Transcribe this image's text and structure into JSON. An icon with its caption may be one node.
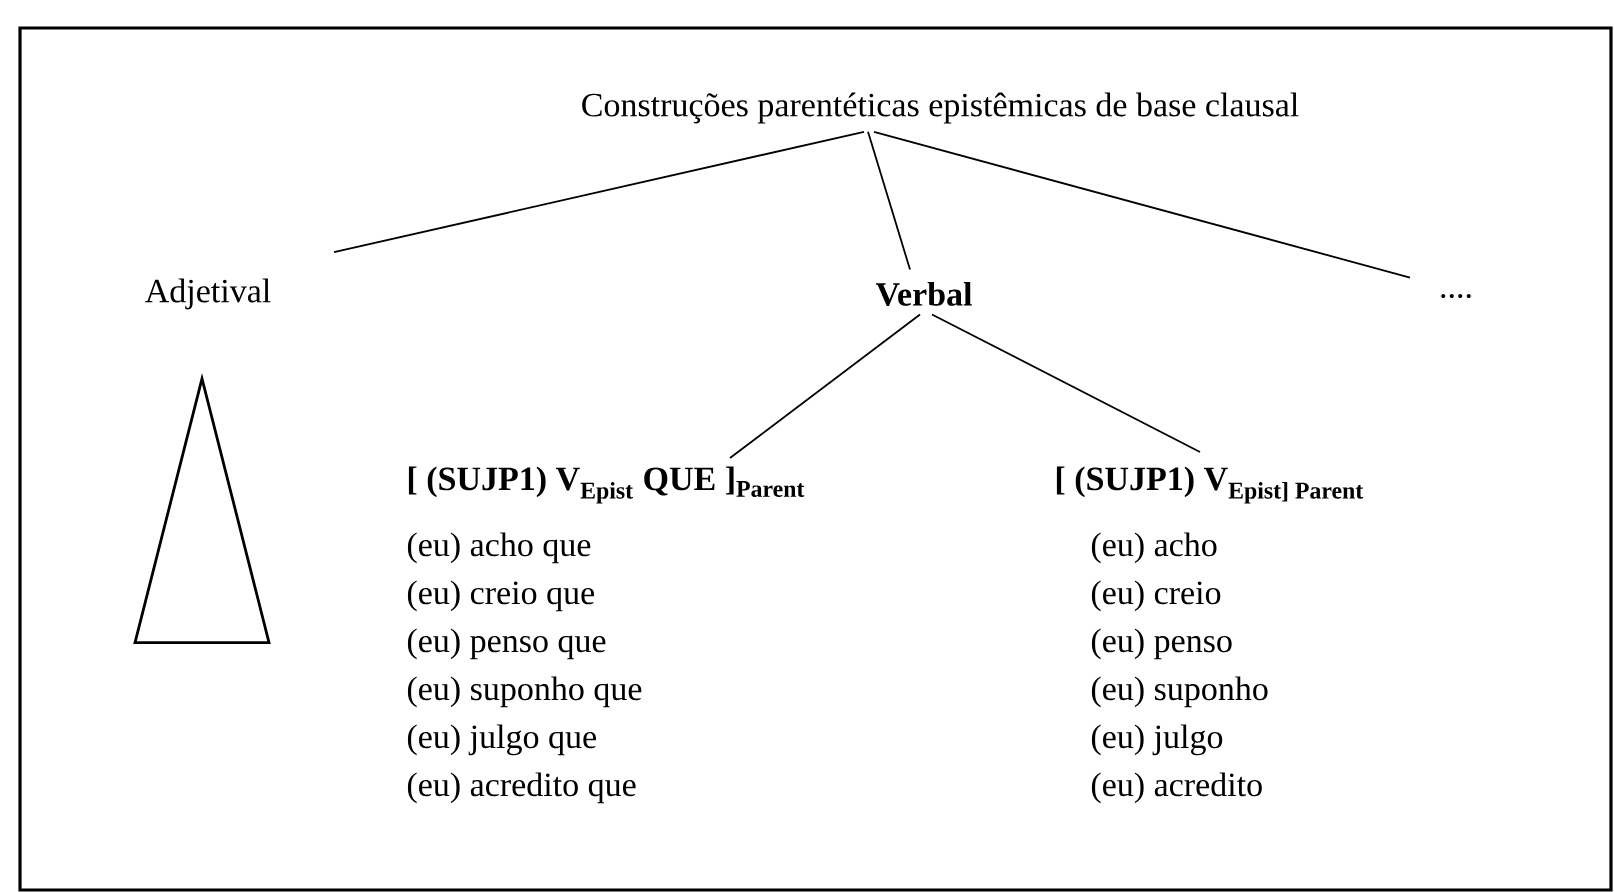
{
  "diagram": {
    "nodes": [
      {
        "text": [
          "Construções parentéticas epistêmicas de base clausal"
        ]
      },
      {
        "text": [
          "Adjetival"
        ]
      },
      {
        "text": [
          "Verbal"
        ]
      },
      {
        "text": [
          "...."
        ]
      },
      {
        "text": [],
        "shape": "triangle"
      },
      {
        "text": [
          "\\textbf{[ (SUJP1) V}_{\\textbf{Epist}}\\textbf{ QUE ]}_{\\textbf{Parent}}",
          "(eu) acho que",
          "(eu) creio que",
          "(eu) penso que",
          "(eu) suponho que",
          "(eu) julgo que",
          "(eu) acredito que"
        ]
      },
      {
        "text": [
          "\\textbf{[ (SUJP1) V}_{\\textbf{Epist] Parent}}",
          "(eu) acho",
          "(eu) creio",
          "(eu) penso",
          "(eu) suponho",
          "(eu) julgo",
          "(eu) acredito"
        ]
      }
    ],
    "edges": [
      {
        "from": 0,
        "to": 1,
        "arrow": "none"
      },
      {
        "from": 0,
        "to": 2,
        "arrow": "none"
      },
      {
        "from": 0,
        "to": 3,
        "arrow": "none"
      },
      {
        "from": 2,
        "to": 5,
        "arrow": "none"
      },
      {
        "from": 2,
        "to": 6,
        "arrow": "none"
      }
    ]
  }
}
